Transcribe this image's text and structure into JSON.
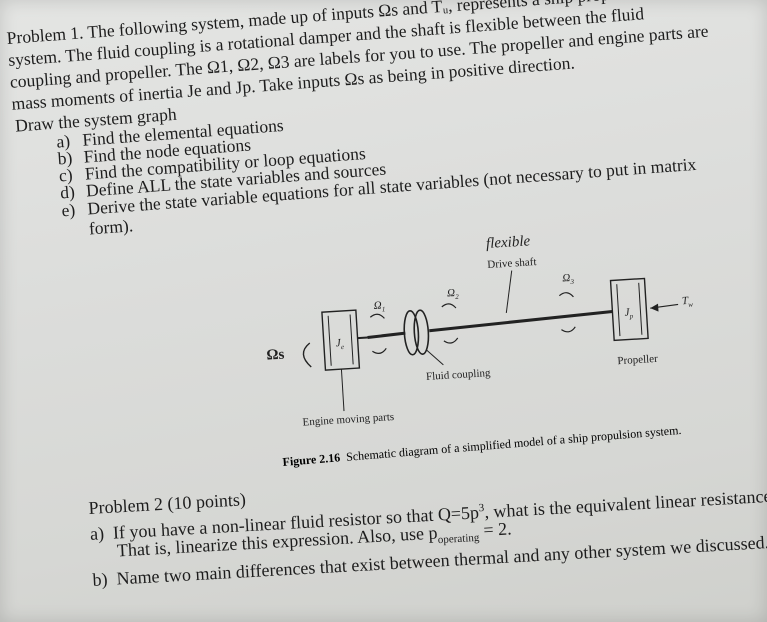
{
  "problem1": {
    "lines": [
      "Problem 1.  The following system, made up of inputs Ωs and Tᵤ, represents a ship propulsion",
      "system.  The fluid coupling is a rotational damper and the shaft is flexible between the fluid",
      "coupling and propeller. The Ω1, Ω2, Ω3 are labels for you to use. The propeller and engine parts are",
      "mass moments of inertia Je and Jp.  Take inputs Ωs as being in positive direction.",
      "Draw the system graph"
    ],
    "items": [
      {
        "label": "a)",
        "text": "Find the elemental equations"
      },
      {
        "label": "b)",
        "text": "Find the node equations"
      },
      {
        "label": "c)",
        "text": "Find the compatibility or loop equations"
      },
      {
        "label": "d)",
        "text": "Define ALL the state variables and sources"
      },
      {
        "label": "e)",
        "text": "Derive the state variable equations for all state variables (not necessary to put in matrix"
      }
    ],
    "item_e_cont": "form)."
  },
  "figure": {
    "handwritten": "flexible",
    "drive_shaft": "Drive shaft",
    "omega_s": "Ωs",
    "je": "J",
    "je_sub": "e",
    "jp": "J",
    "jp_sub": "p",
    "omega1": "Ω",
    "omega1_sub": "1",
    "omega2": "Ω",
    "omega2_sub": "2",
    "omega3": "Ω",
    "omega3_sub": "3",
    "tw": "T",
    "tw_sub": "w",
    "fluid_coupling": "Fluid coupling",
    "propeller": "Propeller",
    "engine_parts": "Engine moving parts",
    "caption_bold": "Figure 2.16",
    "caption_text": "Schematic diagram of a simplified model of a ship propulsion system."
  },
  "problem2": {
    "heading": "Problem 2 (10 points)",
    "a_label": "a)",
    "a_text1": "If you have a non-linear fluid resistor so that Q=5p",
    "a_sup": "3",
    "a_text2": ", what is the equivalent linear resistance?",
    "a_line2_pre": "That is, linearize this expression.  Also, use p",
    "a_line2_sub": "operating",
    "a_line2_post": " = 2.",
    "b_label": "b)",
    "b_text": "Name two main differences that exist between thermal and any other system we discussed."
  }
}
